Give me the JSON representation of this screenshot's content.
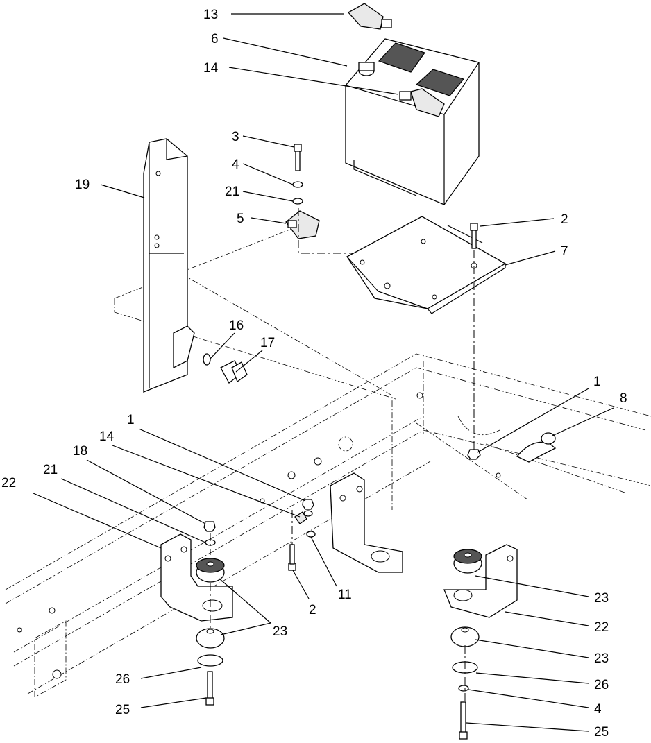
{
  "callouts": [
    {
      "id": "c13",
      "label": "13"
    },
    {
      "id": "c6",
      "label": "6"
    },
    {
      "id": "c14a",
      "label": "14"
    },
    {
      "id": "c3",
      "label": "3"
    },
    {
      "id": "c4a",
      "label": "4"
    },
    {
      "id": "c21a",
      "label": "21"
    },
    {
      "id": "c5",
      "label": "5"
    },
    {
      "id": "c19",
      "label": "19"
    },
    {
      "id": "c2a",
      "label": "2"
    },
    {
      "id": "c7",
      "label": "7"
    },
    {
      "id": "c16",
      "label": "16"
    },
    {
      "id": "c17",
      "label": "17"
    },
    {
      "id": "c1a",
      "label": "1"
    },
    {
      "id": "c8",
      "label": "8"
    },
    {
      "id": "c1b",
      "label": "1"
    },
    {
      "id": "c14b",
      "label": "14"
    },
    {
      "id": "c18",
      "label": "18"
    },
    {
      "id": "c21b",
      "label": "21"
    },
    {
      "id": "c22a",
      "label": "22"
    },
    {
      "id": "c11",
      "label": "11"
    },
    {
      "id": "c2b",
      "label": "2"
    },
    {
      "id": "c23a",
      "label": "23"
    },
    {
      "id": "c23b",
      "label": "23"
    },
    {
      "id": "c22b",
      "label": "22"
    },
    {
      "id": "c23c",
      "label": "23"
    },
    {
      "id": "c26a",
      "label": "26"
    },
    {
      "id": "c26b",
      "label": "26"
    },
    {
      "id": "c4b",
      "label": "4"
    },
    {
      "id": "c25a",
      "label": "25"
    },
    {
      "id": "c25b",
      "label": "25"
    }
  ]
}
